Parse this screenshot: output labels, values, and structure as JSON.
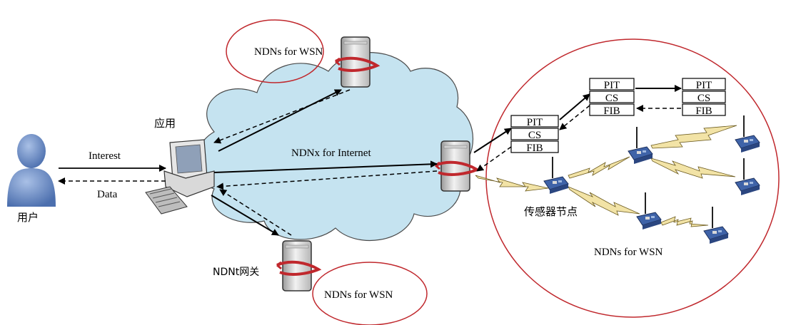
{
  "labels": {
    "user": "用户",
    "app": "应用",
    "interest": "Interest",
    "data": "Data",
    "ndnx_internet": "NDNx for Internet",
    "ndnt_gateway": "NDNt网关",
    "sensor_node": "传感器节点",
    "ndns_top": "NDNs for WSN",
    "ndns_bottom": "NDNs for WSN",
    "ndns_right": "NDNs for WSN"
  },
  "tables": {
    "near_router": [
      "PIT",
      "CS",
      "FIB"
    ],
    "middle": [
      "PIT",
      "CS",
      "FIB"
    ],
    "right": [
      "PIT",
      "CS",
      "FIB"
    ]
  },
  "colors": {
    "cloud_fill": "#c5e3f0",
    "ellipse_stroke": "#c0282d",
    "user_fill": "#6f8fc7",
    "lightning_fill": "#f2e3a6",
    "node_board": "#3f63a8"
  }
}
